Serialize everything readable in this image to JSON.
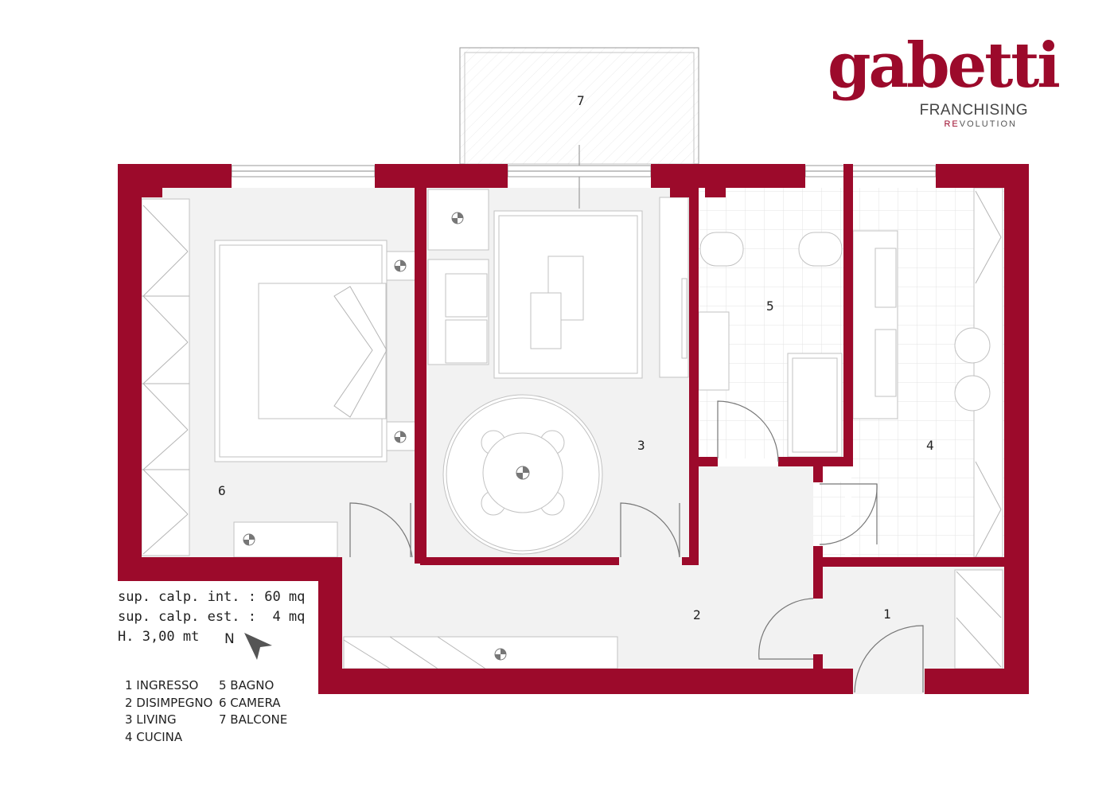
{
  "logo": {
    "wordmark": "gabetti",
    "line1": "FRANCHISING",
    "line2_highlight": "RE",
    "line2_rest": "VOLUTION"
  },
  "colors": {
    "wall": "#9c0a2b",
    "floor": "#f2f2f2"
  },
  "rooms": [
    {
      "number": "1",
      "name": "INGRESSO"
    },
    {
      "number": "2",
      "name": "DISIMPEGNO"
    },
    {
      "number": "3",
      "name": "LIVING"
    },
    {
      "number": "4",
      "name": "CUCINA"
    },
    {
      "number": "5",
      "name": "BAGNO"
    },
    {
      "number": "6",
      "name": "CAMERA"
    },
    {
      "number": "7",
      "name": "BALCONE"
    }
  ],
  "info": {
    "internal_area": "sup. calp. int. : 60 mq",
    "external_area": "sup. calp. est. :  4 mq",
    "height": "H. 3,00 mt",
    "north": "N"
  },
  "legend": {
    "col1": [
      "1 INGRESSO",
      "2 DISIMPEGNO",
      "3 LIVING",
      "4 CUCINA"
    ],
    "col2": [
      "5 BAGNO",
      "6 CAMERA",
      "7 BALCONE"
    ]
  }
}
